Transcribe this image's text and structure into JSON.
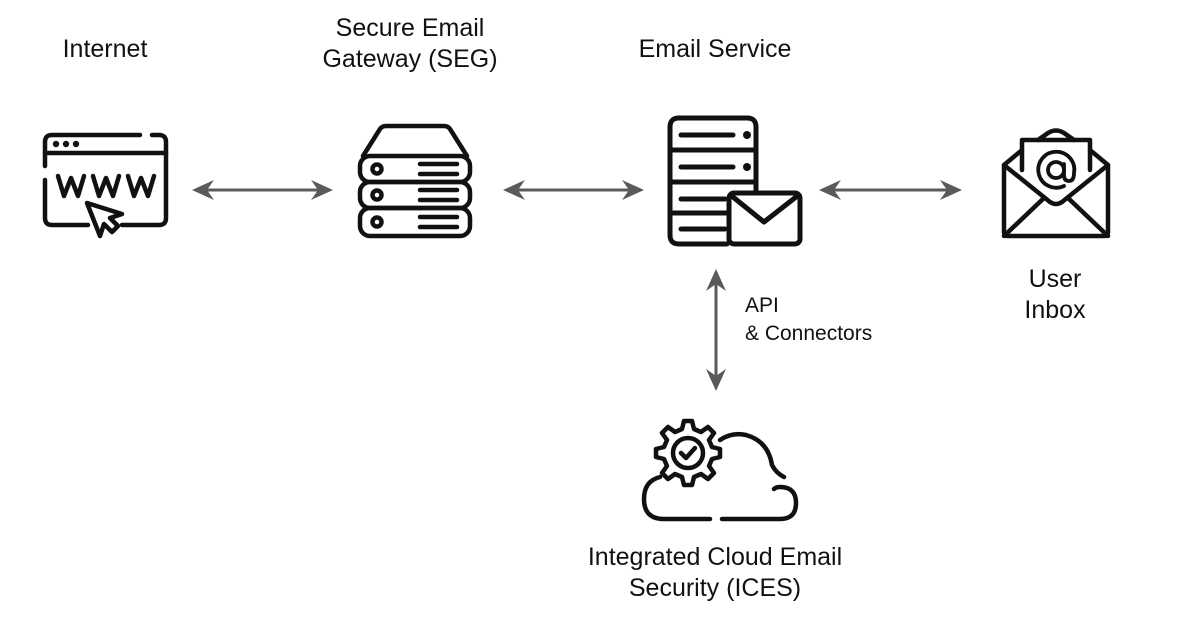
{
  "nodes": {
    "internet": {
      "label": "Internet",
      "icon": "web-browser-www-icon"
    },
    "seg": {
      "label_line1": "Secure Email",
      "label_line2": "Gateway (SEG)",
      "icon": "server-stack-icon"
    },
    "email_service": {
      "label": "Email Service",
      "icon": "mail-server-icon"
    },
    "user_inbox": {
      "label_line1": "User",
      "label_line2": "Inbox",
      "icon": "open-envelope-at-icon"
    },
    "ices": {
      "label_line1": "Integrated Cloud Email",
      "label_line2": "Security (ICES)",
      "icon": "cloud-gear-check-icon"
    }
  },
  "edges": [
    {
      "from": "internet",
      "to": "seg",
      "direction": "bidirectional",
      "label": ""
    },
    {
      "from": "seg",
      "to": "email_service",
      "direction": "bidirectional",
      "label": ""
    },
    {
      "from": "email_service",
      "to": "user_inbox",
      "direction": "bidirectional",
      "label": ""
    },
    {
      "from": "email_service",
      "to": "ices",
      "direction": "bidirectional",
      "label_line1": "API",
      "label_line2": "& Connectors"
    }
  ],
  "colors": {
    "icon_stroke": "#111111",
    "arrow": "#5a5a5a",
    "text": "#111111",
    "background": "#ffffff"
  }
}
